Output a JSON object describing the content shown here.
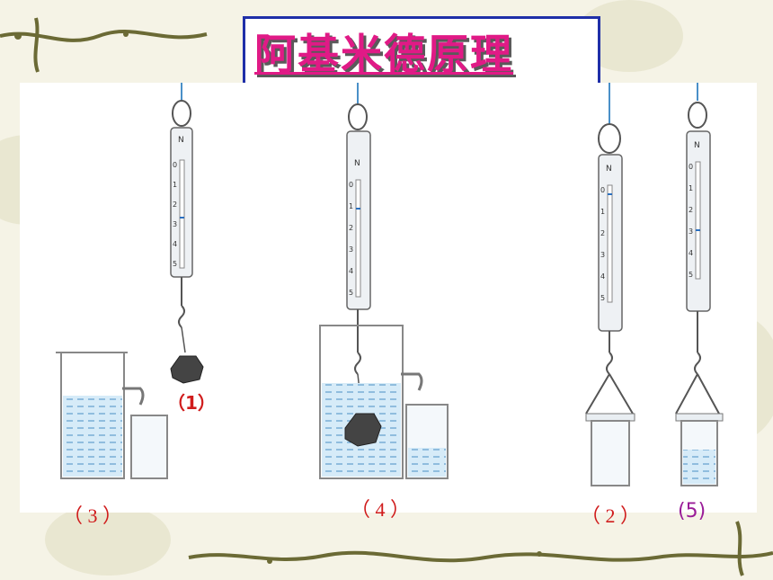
{
  "title": "阿基米德原理",
  "labels": {
    "step1": "（1）",
    "step2": "（ 2 ）",
    "step3": "（ 3 ）",
    "step4": "（ 4 ）",
    "step5": "(5)"
  },
  "scale_unit": "N",
  "scale_ticks": [
    "0",
    "1",
    "2",
    "3",
    "4",
    "5"
  ],
  "colors": {
    "title_text": "#e01a86",
    "title_border": "#1f2fa8",
    "label_red": "#d01c1c",
    "label_purple": "#9a1c98",
    "water": "#cfe6f5",
    "background": "#f5f3e6"
  }
}
